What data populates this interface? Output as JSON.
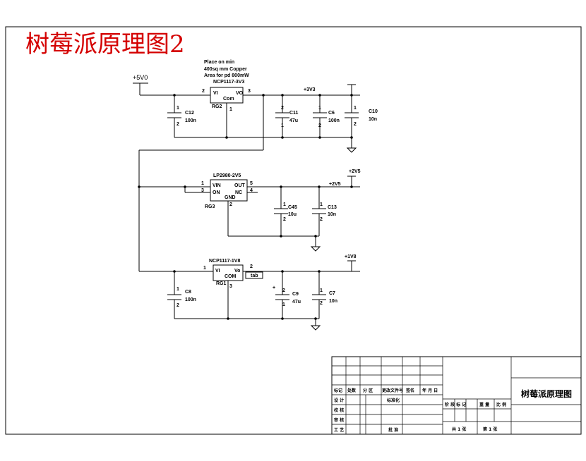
{
  "title": "树莓派原理图2",
  "note": {
    "line1": "Place on min",
    "line2": "400sq mm Copper",
    "line3": "Area for pd 800mW"
  },
  "power": {
    "in": "+5V0",
    "v3": "+3V3",
    "v25a": "+2V5",
    "v25b": "+2V5",
    "v18": "+1V8"
  },
  "reg_top": {
    "part": "NCP1117-3V3",
    "ref": "RG2",
    "vi": "VI",
    "vo": "VO",
    "com": "Com",
    "pin_in": "2",
    "pin_out": "3",
    "pin_gnd": "1"
  },
  "reg_mid": {
    "part": "LP2980-2V5",
    "ref": "RG3",
    "vin": "VIN",
    "on": "ON",
    "gnd": "GND",
    "out": "OUT",
    "nc": "NC",
    "pin1": "1",
    "pin3": "3",
    "pin5": "5",
    "pin4": "4",
    "pin2": "2"
  },
  "reg_bot": {
    "part": "NCP1117-1V8",
    "ref": "RG1",
    "vi": "VI",
    "vo": "Vo",
    "com": "COM",
    "pin_in": "1",
    "pin_out": "2",
    "pin_gnd": "3",
    "tab": "tab"
  },
  "caps": {
    "c12": {
      "ref": "C12",
      "val": "100n",
      "p1": "1",
      "p2": "2"
    },
    "c11": {
      "ref": "C11",
      "val": "47u",
      "p1": "2",
      "p2": "1"
    },
    "c6": {
      "ref": "C6",
      "val": "100n",
      "p1": "1",
      "p2": "2"
    },
    "c10": {
      "ref": "C10",
      "val": "10n",
      "p1": "1",
      "p2": "2"
    },
    "c45": {
      "ref": "C45",
      "val": "10u",
      "p1": "1",
      "p2": "2"
    },
    "c13": {
      "ref": "C13",
      "val": "10n",
      "p1": "1",
      "p2": "2"
    },
    "c8": {
      "ref": "C8",
      "val": "100n",
      "p1": "1",
      "p2": "2"
    },
    "c9": {
      "ref": "C9",
      "val": "47u",
      "p1": "2",
      "p2": "1",
      "plus": "+"
    },
    "c7": {
      "ref": "C7",
      "val": "10n",
      "p1": "1",
      "p2": "2"
    }
  },
  "titleblock": {
    "name": "树莓派原理图",
    "row_labels": [
      "标记",
      "处数",
      "分 区",
      "更改文件号",
      "签名",
      "年 月 日"
    ],
    "design": "设 计",
    "standard": "标准化",
    "check": "校 核",
    "review": "审 核",
    "craft": "工 艺",
    "approve": "批 准",
    "stage": [
      "阶 段 标 记",
      "重 量",
      "比 例"
    ],
    "sheets_total": "共 1 张",
    "sheet_no": "第 1 张"
  }
}
